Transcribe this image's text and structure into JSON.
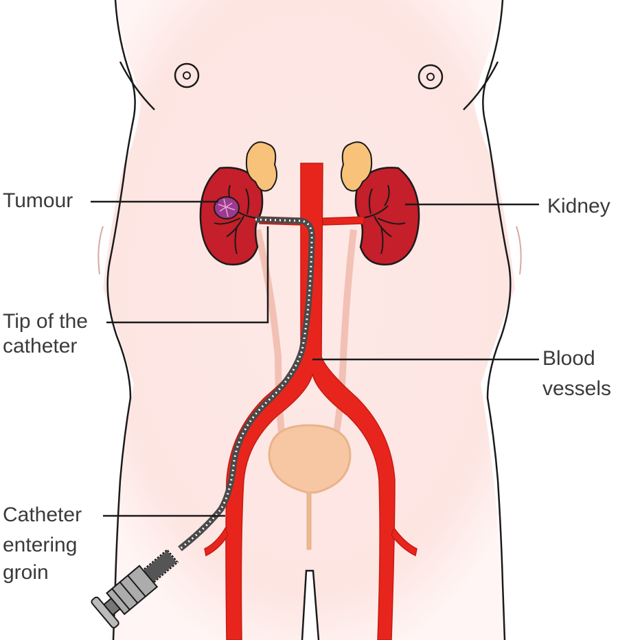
{
  "labels": {
    "tumour": "Tumour",
    "kidney": "Kidney",
    "tip_line1": "Tip of the",
    "tip_line2": "catheter",
    "blood_line1": "Blood",
    "blood_line2": "vessels",
    "groin_line1": "Catheter",
    "groin_line2": "entering",
    "groin_line3": "groin"
  },
  "colors": {
    "skin": "#fde9e7",
    "outline": "#1a1a1a",
    "artery": "#e8251c",
    "kidney": "#c41f2a",
    "adrenal": "#f8c27a",
    "tumour": "#9b3a8e",
    "catheter": "#555555",
    "bladder": "#f6c7a2",
    "label_text": "#3a3a3a"
  }
}
